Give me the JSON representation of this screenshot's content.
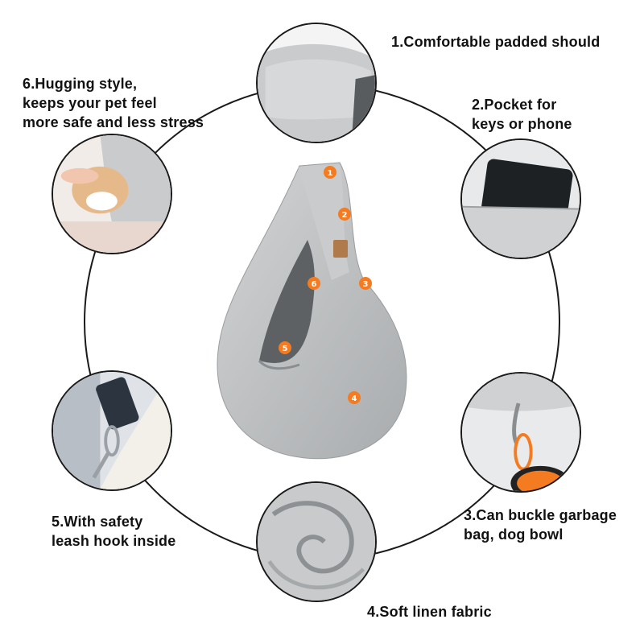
{
  "features": [
    {
      "number": "1",
      "caption": "1.Comfortable padded should"
    },
    {
      "number": "2",
      "caption": "2.Pocket for\nkeys or phone"
    },
    {
      "number": "3",
      "caption": "3.Can buckle garbage\nbag, dog bowl"
    },
    {
      "number": "4",
      "caption": "4.Soft linen fabric"
    },
    {
      "number": "5",
      "caption": "5.With safety\nleash hook inside"
    },
    {
      "number": "6",
      "caption": "6.Hugging style,\nkeeps your pet feel\nmore safe and less stress"
    }
  ],
  "colors": {
    "fabric": "#bfc1c2",
    "fabric_dark": "#6e7275",
    "marker": "#f47b20",
    "ring": "#1a1a1a",
    "tag": "#b07a4b"
  },
  "icons": [
    "sling-bag-illustration",
    "shoulder-strap-icon",
    "phone-pocket-icon",
    "carabiner-icon",
    "fabric-swirl-icon",
    "leash-hook-icon",
    "hugging-dog-icon"
  ]
}
